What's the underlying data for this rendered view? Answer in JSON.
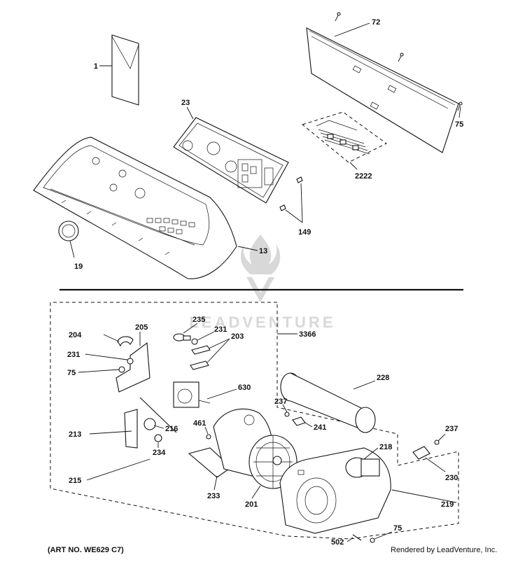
{
  "diagram": {
    "callouts": {
      "c1": "1",
      "c72": "72",
      "c75a": "75",
      "c23": "23",
      "c2222": "2222",
      "c149": "149",
      "c13": "13",
      "c19": "19",
      "c235": "235",
      "c231a": "231",
      "c203": "203",
      "c3366": "3366",
      "c204": "204",
      "c205": "205",
      "c231b": "231",
      "c75b": "75",
      "c630": "630",
      "c228": "228",
      "c237a": "237",
      "c241": "241",
      "c213": "213",
      "c216": "216",
      "c461": "461",
      "c234": "234",
      "c218": "218",
      "c237b": "237",
      "c230": "230",
      "c215": "215",
      "c233": "233",
      "c201": "201",
      "c219": "219",
      "c75c": "75",
      "c502": "502"
    },
    "watermark": "LEADVENTURE",
    "art_number": "(ART NO. WE629 C7)",
    "rendered_by": "Rendered by LeadVenture, Inc."
  }
}
